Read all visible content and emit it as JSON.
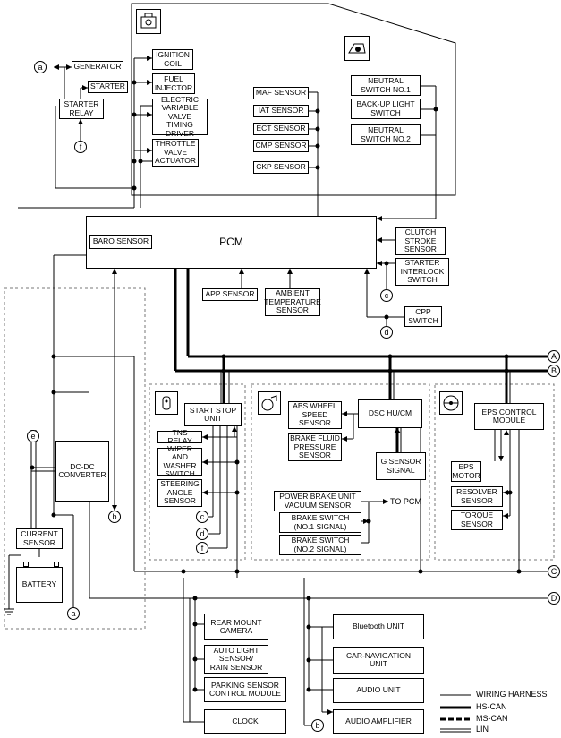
{
  "components": {
    "generator": "GENERATOR",
    "starter": "STARTER",
    "starter_relay": "STARTER\nRELAY",
    "ignition_coil": "IGNITION\nCOIL",
    "fuel_injector": "FUEL\nINJECTOR",
    "evvt_driver": "ELECTRIC\nVARIABLE\nVALVE TIMING\nDRIVER",
    "throttle_actuator": "THROTTLE\nVALVE\nACTUATOR",
    "maf_sensor": "MAF SENSOR",
    "iat_sensor": "IAT SENSOR",
    "ect_sensor": "ECT SENSOR",
    "cmp_sensor": "CMP SENSOR",
    "ckp_sensor": "CKP SENSOR",
    "neutral_switch_1": "NEUTRAL\nSWITCH NO.1",
    "backup_light_switch": "BACK-UP LIGHT\nSWITCH",
    "neutral_switch_2": "NEUTRAL\nSWITCH NO.2",
    "pcm": "PCM",
    "baro_sensor": "BARO SENSOR",
    "clutch_stroke_sensor": "CLUTCH\nSTROKE\nSENSOR",
    "starter_interlock_switch": "STARTER\nINTERLOCK\nSWITCH",
    "app_sensor": "APP SENSOR",
    "ambient_temp_sensor": "AMBIENT\nTEMPERATURE\nSENSOR",
    "cpp_switch": "CPP\nSWITCH",
    "start_stop_unit": "START STOP\nUNIT",
    "tns_relay": "TNS RELAY",
    "wiper_washer_switch": "WIPER AND\nWASHER\nSWITCH",
    "steering_angle_sensor": "STEERING\nANGLE\nSENSOR",
    "dc_dc_converter": "DC-DC\nCONVERTER",
    "current_sensor": "CURRENT\nSENSOR",
    "battery": "BATTERY",
    "abs_wheel_speed_sensor": "ABS WHEEL\nSPEED\nSENSOR",
    "brake_fluid_pressure_sensor": "BRAKE FLUID\nPRESSURE\nSENSOR",
    "dsc_hu_cm": "DSC HU/CM",
    "g_sensor_signal": "G SENSOR\nSIGNAL",
    "power_brake_vacuum_sensor": "POWER BRAKE UNIT\nVACUUM SENSOR",
    "brake_switch_1": "BRAKE SWITCH\n(NO.1 SIGNAL)",
    "brake_switch_2": "BRAKE SWITCH\n(NO.2 SIGNAL)",
    "eps_control_module": "EPS CONTROL\nMODULE",
    "eps_motor": "EPS\nMOTOR",
    "resolver_sensor": "RESOLVER\nSENSOR",
    "torque_sensor": "TORQUE\nSENSOR",
    "rear_mount_camera": "REAR MOUNT\nCAMERA",
    "auto_light_rain_sensor": "AUTO LIGHT\nSENSOR/\nRAIN SENSOR",
    "parking_sensor_module": "PARKING SENSOR\nCONTROL MODULE",
    "clock": "CLOCK",
    "bluetooth_unit": "Bluetooth UNIT",
    "car_navigation_unit": "CAR-NAVIGATION\nUNIT",
    "audio_unit": "AUDIO UNIT",
    "audio_amplifier": "AUDIO AMPLIFIER"
  },
  "text": {
    "to_pcm": "TO PCM"
  },
  "connectors": {
    "a": "a",
    "b": "b",
    "c": "c",
    "d": "d",
    "e": "e",
    "f": "f",
    "A": "A",
    "B": "B",
    "C": "C",
    "D": "D"
  },
  "legend": {
    "wiring_harness": "WIRING HARNESS",
    "hs_can": "HS-CAN",
    "ms_can": "MS-CAN",
    "lin": "LIN"
  },
  "icons": [
    "engine-icon",
    "transmission-icon",
    "key-fob-icon",
    "wheel-brake-icon",
    "steering-wheel-icon"
  ]
}
